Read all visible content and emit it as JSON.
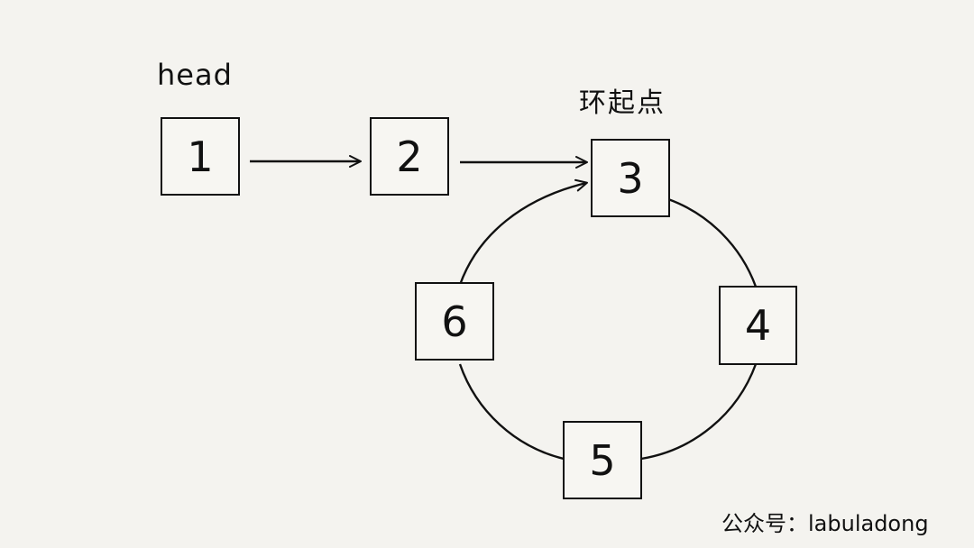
{
  "diagram": {
    "labels": {
      "head": "head",
      "cycle_start": "环起点",
      "watermark": "公众号：labuladong"
    },
    "nodes": [
      {
        "id": "n1",
        "value": "1"
      },
      {
        "id": "n2",
        "value": "2"
      },
      {
        "id": "n3",
        "value": "3"
      },
      {
        "id": "n4",
        "value": "4"
      },
      {
        "id": "n5",
        "value": "5"
      },
      {
        "id": "n6",
        "value": "6"
      }
    ],
    "edges": [
      {
        "from": "1",
        "to": "2"
      },
      {
        "from": "2",
        "to": "3"
      },
      {
        "from": "3",
        "to": "4"
      },
      {
        "from": "4",
        "to": "5"
      },
      {
        "from": "5",
        "to": "6"
      },
      {
        "from": "6",
        "to": "3"
      }
    ]
  }
}
